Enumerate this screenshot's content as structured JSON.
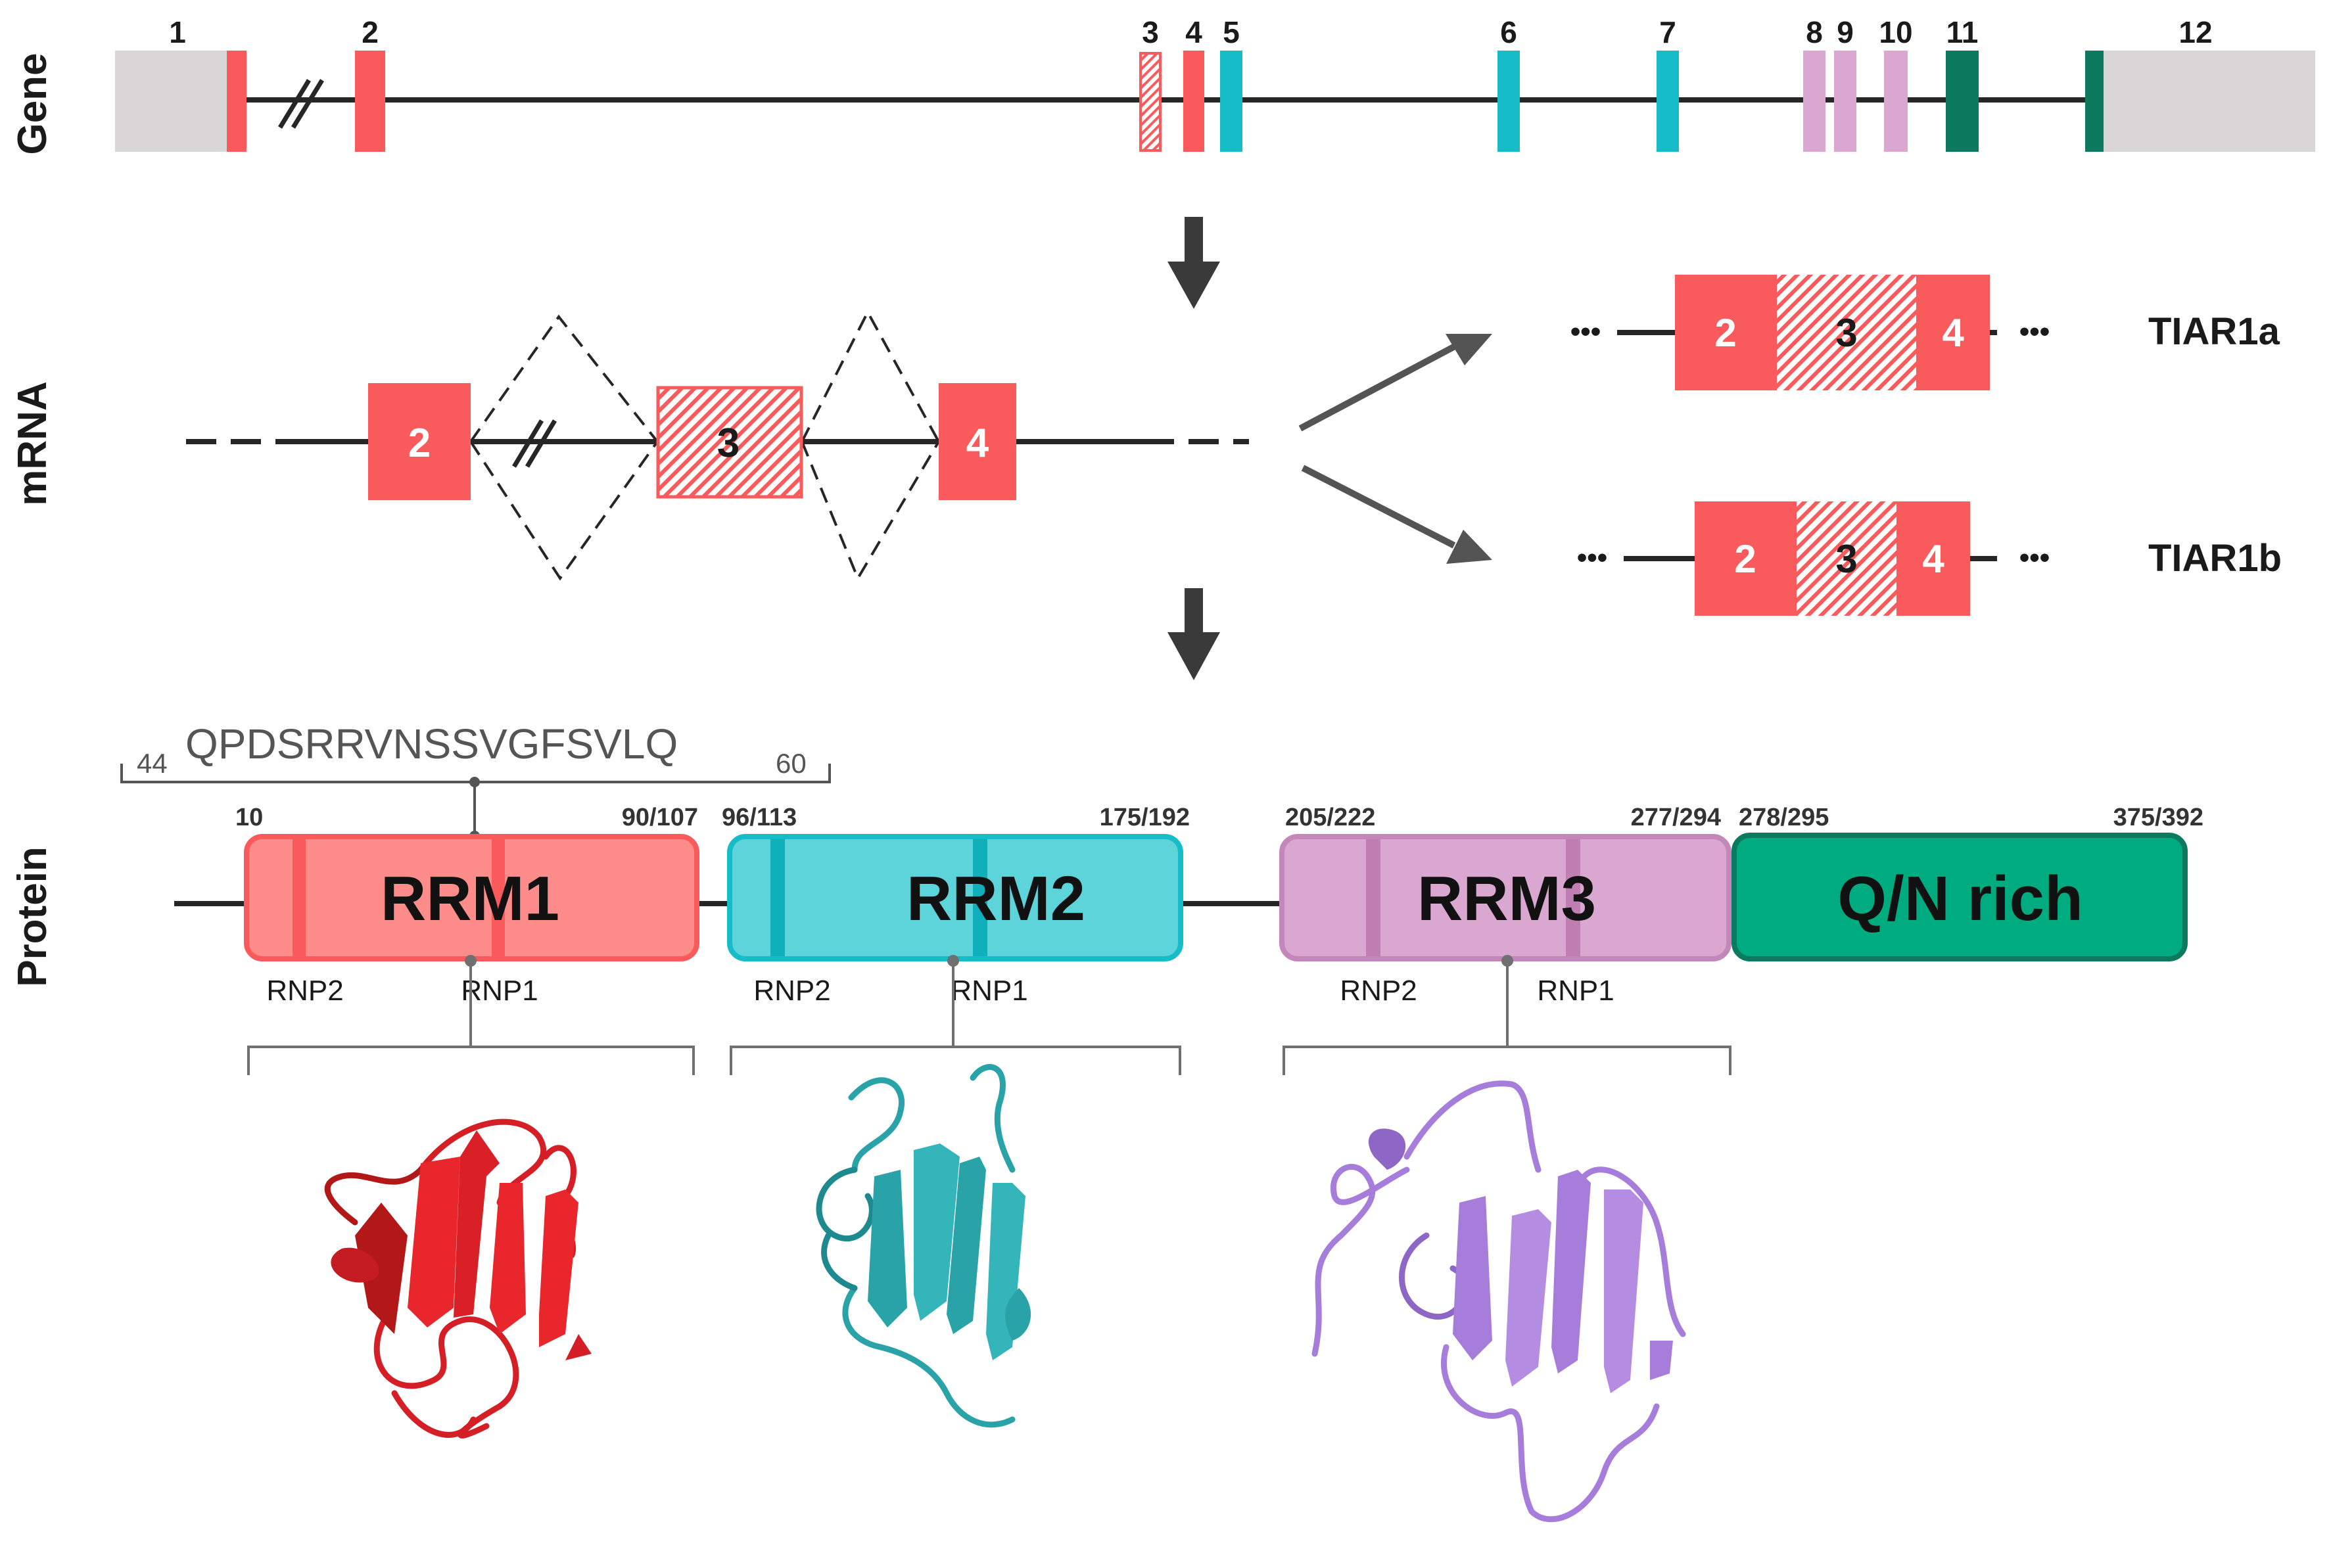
{
  "colors": {
    "red": "#F95B5C",
    "red_light": "#FE8C8A",
    "red_dark": "#E8444A",
    "cyan": "#16BDC8",
    "cyan_light": "#5DD3DA",
    "cyan_dark": "#0FAFBB",
    "mauve": "#D9A7CF",
    "mauve_dark": "#C07FB3",
    "mauve_border": "#C487BA",
    "green": "#00AB80",
    "green_dark": "#0B7A5E",
    "grey": "#D8D6D6",
    "line": "#262626",
    "arrow": "#545454",
    "structure_red": "#E8262C",
    "structure_cyan": "#2AA3A8",
    "structure_purple": "#A67DDA"
  },
  "section_labels": {
    "gene": "Gene",
    "mrna": "mRNA",
    "protein": "Protein"
  },
  "gene": {
    "exons": [
      {
        "label": "1",
        "kind": "utr-grey"
      },
      {
        "label": "2",
        "kind": "red"
      },
      {
        "label": "3",
        "kind": "red-hatched"
      },
      {
        "label": "4",
        "kind": "red"
      },
      {
        "label": "5",
        "kind": "cyan"
      },
      {
        "label": "6",
        "kind": "cyan"
      },
      {
        "label": "7",
        "kind": "cyan"
      },
      {
        "label": "8",
        "kind": "mauve"
      },
      {
        "label": "9",
        "kind": "mauve"
      },
      {
        "label": "10",
        "kind": "mauve"
      },
      {
        "label": "11",
        "kind": "green"
      },
      {
        "label": "12",
        "kind": "utr-grey"
      }
    ]
  },
  "mrna": {
    "exon_labels": [
      "2",
      "3",
      "4"
    ],
    "isoforms": [
      {
        "name": "TIAR1a",
        "exon_labels": [
          "2",
          "3",
          "4"
        ],
        "left_ellipsis": "•••",
        "right_ellipsis": "•••"
      },
      {
        "name": "TIAR1b",
        "exon_labels": [
          "2",
          "3",
          "4"
        ],
        "left_ellipsis": "•••",
        "right_ellipsis": "•••"
      }
    ]
  },
  "protein": {
    "sequence": {
      "start": "44",
      "text": "QPDSRRVNSSVGFSVLQ",
      "end": "60"
    },
    "domains": [
      {
        "name": "RRM1",
        "start": "10",
        "end": "90/107",
        "motifs": [
          "RNP2",
          "RNP1"
        ]
      },
      {
        "name": "RRM2",
        "start": "96/113",
        "end": "175/192",
        "motifs": [
          "RNP2",
          "RNP1"
        ]
      },
      {
        "name": "RRM3",
        "start": "205/222",
        "end": "277/294",
        "motifs": [
          "RNP2",
          "RNP1"
        ]
      },
      {
        "name": "Q/N rich",
        "start": "278/295",
        "end": "375/392",
        "motifs": []
      }
    ]
  }
}
